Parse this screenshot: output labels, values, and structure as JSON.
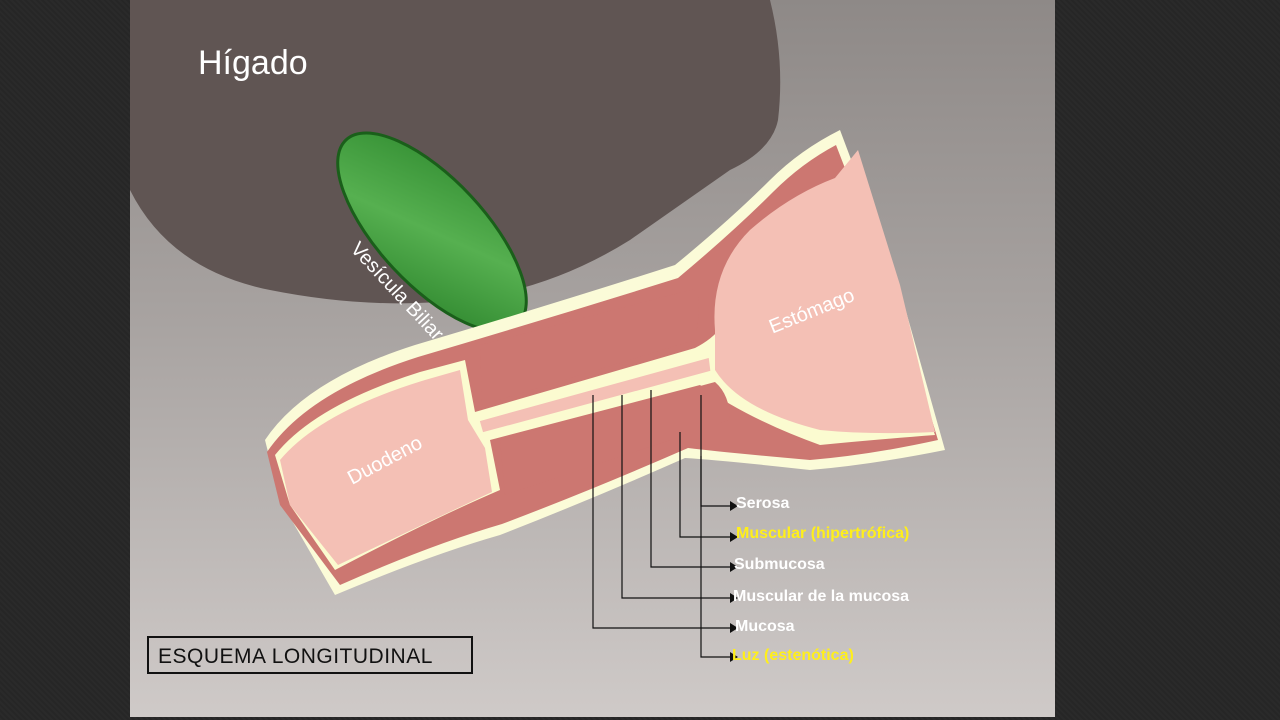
{
  "organs": {
    "liver": "Hígado",
    "gallbladder": "Vesícula Biliar",
    "stomach": "Estómago",
    "duodenum": "Duodeno"
  },
  "layers": [
    {
      "label": "Serosa",
      "highlight": false
    },
    {
      "label": "Muscular (hipertrófica)",
      "highlight": true
    },
    {
      "label": "Submucosa",
      "highlight": false
    },
    {
      "label": "Muscular de la mucosa",
      "highlight": false
    },
    {
      "label": "Mucosa",
      "highlight": false
    },
    {
      "label": "Luz (estenótica)",
      "highlight": true
    }
  ],
  "scheme_label": "ESQUEMA  LONGITUDINAL",
  "colors": {
    "liver": "#605553",
    "gallbladder": "#3a9a3a",
    "muscle": "#cc7771",
    "mucosa": "#f4c0b5",
    "submucosa_band": "#f2f2c0",
    "highlight_text": "#ffef1a"
  }
}
